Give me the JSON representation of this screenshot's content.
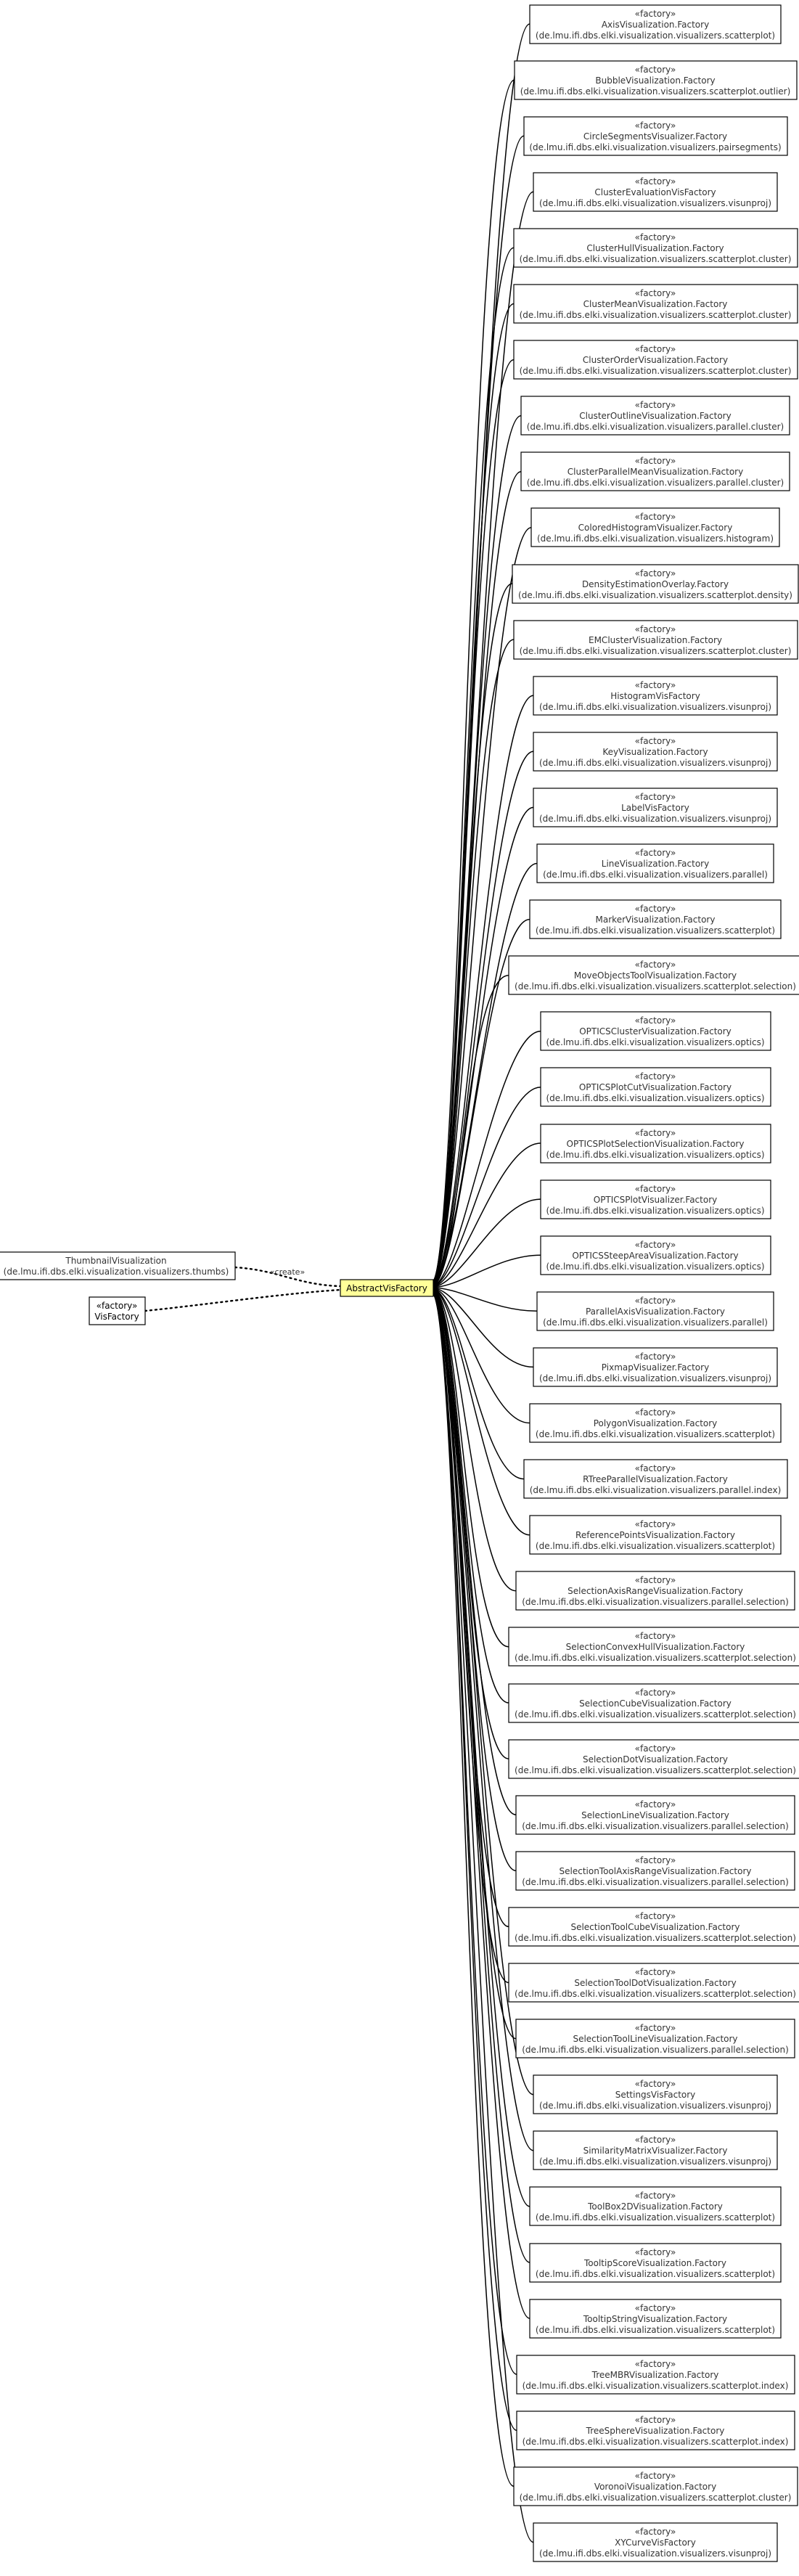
{
  "center": {
    "name": "AbstractVisFactory"
  },
  "left_nodes": [
    {
      "lines": [
        "ThumbnailVisualization",
        "(de.lmu.ifi.dbs.elki.visualization.visualizers.thumbs)"
      ]
    },
    {
      "lines": [
        "«factory»",
        "VisFactory"
      ]
    }
  ],
  "relation_label": "«create»",
  "subclasses": [
    {
      "lines": [
        "«factory»",
        "AxisVisualization.Factory",
        "(de.lmu.ifi.dbs.elki.visualization.visualizers.scatterplot)"
      ]
    },
    {
      "lines": [
        "«factory»",
        "BubbleVisualization.Factory",
        "(de.lmu.ifi.dbs.elki.visualization.visualizers.scatterplot.outlier)"
      ]
    },
    {
      "lines": [
        "«factory»",
        "CircleSegmentsVisualizer.Factory",
        "(de.lmu.ifi.dbs.elki.visualization.visualizers.pairsegments)"
      ]
    },
    {
      "lines": [
        "«factory»",
        "ClusterEvaluationVisFactory",
        "(de.lmu.ifi.dbs.elki.visualization.visualizers.visunproj)"
      ]
    },
    {
      "lines": [
        "«factory»",
        "ClusterHullVisualization.Factory",
        "(de.lmu.ifi.dbs.elki.visualization.visualizers.scatterplot.cluster)"
      ]
    },
    {
      "lines": [
        "«factory»",
        "ClusterMeanVisualization.Factory",
        "(de.lmu.ifi.dbs.elki.visualization.visualizers.scatterplot.cluster)"
      ]
    },
    {
      "lines": [
        "«factory»",
        "ClusterOrderVisualization.Factory",
        "(de.lmu.ifi.dbs.elki.visualization.visualizers.scatterplot.cluster)"
      ]
    },
    {
      "lines": [
        "«factory»",
        "ClusterOutlineVisualization.Factory",
        "(de.lmu.ifi.dbs.elki.visualization.visualizers.parallel.cluster)"
      ]
    },
    {
      "lines": [
        "«factory»",
        "ClusterParallelMeanVisualization.Factory",
        "(de.lmu.ifi.dbs.elki.visualization.visualizers.parallel.cluster)"
      ]
    },
    {
      "lines": [
        "«factory»",
        "ColoredHistogramVisualizer.Factory",
        "(de.lmu.ifi.dbs.elki.visualization.visualizers.histogram)"
      ]
    },
    {
      "lines": [
        "«factory»",
        "DensityEstimationOverlay.Factory",
        "(de.lmu.ifi.dbs.elki.visualization.visualizers.scatterplot.density)"
      ]
    },
    {
      "lines": [
        "«factory»",
        "EMClusterVisualization.Factory",
        "(de.lmu.ifi.dbs.elki.visualization.visualizers.scatterplot.cluster)"
      ]
    },
    {
      "lines": [
        "«factory»",
        "HistogramVisFactory",
        "(de.lmu.ifi.dbs.elki.visualization.visualizers.visunproj)"
      ]
    },
    {
      "lines": [
        "«factory»",
        "KeyVisualization.Factory",
        "(de.lmu.ifi.dbs.elki.visualization.visualizers.visunproj)"
      ]
    },
    {
      "lines": [
        "«factory»",
        "LabelVisFactory",
        "(de.lmu.ifi.dbs.elki.visualization.visualizers.visunproj)"
      ]
    },
    {
      "lines": [
        "«factory»",
        "LineVisualization.Factory",
        "(de.lmu.ifi.dbs.elki.visualization.visualizers.parallel)"
      ]
    },
    {
      "lines": [
        "«factory»",
        "MarkerVisualization.Factory",
        "(de.lmu.ifi.dbs.elki.visualization.visualizers.scatterplot)"
      ]
    },
    {
      "lines": [
        "«factory»",
        "MoveObjectsToolVisualization.Factory",
        "(de.lmu.ifi.dbs.elki.visualization.visualizers.scatterplot.selection)"
      ]
    },
    {
      "lines": [
        "«factory»",
        "OPTICSClusterVisualization.Factory",
        "(de.lmu.ifi.dbs.elki.visualization.visualizers.optics)"
      ]
    },
    {
      "lines": [
        "«factory»",
        "OPTICSPlotCutVisualization.Factory",
        "(de.lmu.ifi.dbs.elki.visualization.visualizers.optics)"
      ]
    },
    {
      "lines": [
        "«factory»",
        "OPTICSPlotSelectionVisualization.Factory",
        "(de.lmu.ifi.dbs.elki.visualization.visualizers.optics)"
      ]
    },
    {
      "lines": [
        "«factory»",
        "OPTICSPlotVisualizer.Factory",
        "(de.lmu.ifi.dbs.elki.visualization.visualizers.optics)"
      ]
    },
    {
      "lines": [
        "«factory»",
        "OPTICSSteepAreaVisualization.Factory",
        "(de.lmu.ifi.dbs.elki.visualization.visualizers.optics)"
      ]
    },
    {
      "lines": [
        "«factory»",
        "ParallelAxisVisualization.Factory",
        "(de.lmu.ifi.dbs.elki.visualization.visualizers.parallel)"
      ]
    },
    {
      "lines": [
        "«factory»",
        "PixmapVisualizer.Factory",
        "(de.lmu.ifi.dbs.elki.visualization.visualizers.visunproj)"
      ]
    },
    {
      "lines": [
        "«factory»",
        "PolygonVisualization.Factory",
        "(de.lmu.ifi.dbs.elki.visualization.visualizers.scatterplot)"
      ]
    },
    {
      "lines": [
        "«factory»",
        "RTreeParallelVisualization.Factory",
        "(de.lmu.ifi.dbs.elki.visualization.visualizers.parallel.index)"
      ]
    },
    {
      "lines": [
        "«factory»",
        "ReferencePointsVisualization.Factory",
        "(de.lmu.ifi.dbs.elki.visualization.visualizers.scatterplot)"
      ]
    },
    {
      "lines": [
        "«factory»",
        "SelectionAxisRangeVisualization.Factory",
        "(de.lmu.ifi.dbs.elki.visualization.visualizers.parallel.selection)"
      ]
    },
    {
      "lines": [
        "«factory»",
        "SelectionConvexHullVisualization.Factory",
        "(de.lmu.ifi.dbs.elki.visualization.visualizers.scatterplot.selection)"
      ]
    },
    {
      "lines": [
        "«factory»",
        "SelectionCubeVisualization.Factory",
        "(de.lmu.ifi.dbs.elki.visualization.visualizers.scatterplot.selection)"
      ]
    },
    {
      "lines": [
        "«factory»",
        "SelectionDotVisualization.Factory",
        "(de.lmu.ifi.dbs.elki.visualization.visualizers.scatterplot.selection)"
      ]
    },
    {
      "lines": [
        "«factory»",
        "SelectionLineVisualization.Factory",
        "(de.lmu.ifi.dbs.elki.visualization.visualizers.parallel.selection)"
      ]
    },
    {
      "lines": [
        "«factory»",
        "SelectionToolAxisRangeVisualization.Factory",
        "(de.lmu.ifi.dbs.elki.visualization.visualizers.parallel.selection)"
      ]
    },
    {
      "lines": [
        "«factory»",
        "SelectionToolCubeVisualization.Factory",
        "(de.lmu.ifi.dbs.elki.visualization.visualizers.scatterplot.selection)"
      ]
    },
    {
      "lines": [
        "«factory»",
        "SelectionToolDotVisualization.Factory",
        "(de.lmu.ifi.dbs.elki.visualization.visualizers.scatterplot.selection)"
      ]
    },
    {
      "lines": [
        "«factory»",
        "SelectionToolLineVisualization.Factory",
        "(de.lmu.ifi.dbs.elki.visualization.visualizers.parallel.selection)"
      ]
    },
    {
      "lines": [
        "«factory»",
        "SettingsVisFactory",
        "(de.lmu.ifi.dbs.elki.visualization.visualizers.visunproj)"
      ]
    },
    {
      "lines": [
        "«factory»",
        "SimilarityMatrixVisualizer.Factory",
        "(de.lmu.ifi.dbs.elki.visualization.visualizers.visunproj)"
      ]
    },
    {
      "lines": [
        "«factory»",
        "ToolBox2DVisualization.Factory",
        "(de.lmu.ifi.dbs.elki.visualization.visualizers.scatterplot)"
      ]
    },
    {
      "lines": [
        "«factory»",
        "TooltipScoreVisualization.Factory",
        "(de.lmu.ifi.dbs.elki.visualization.visualizers.scatterplot)"
      ]
    },
    {
      "lines": [
        "«factory»",
        "TooltipStringVisualization.Factory",
        "(de.lmu.ifi.dbs.elki.visualization.visualizers.scatterplot)"
      ]
    },
    {
      "lines": [
        "«factory»",
        "TreeMBRVisualization.Factory",
        "(de.lmu.ifi.dbs.elki.visualization.visualizers.scatterplot.index)"
      ]
    },
    {
      "lines": [
        "«factory»",
        "TreeSphereVisualization.Factory",
        "(de.lmu.ifi.dbs.elki.visualization.visualizers.scatterplot.index)"
      ]
    },
    {
      "lines": [
        "«factory»",
        "VoronoiVisualization.Factory",
        "(de.lmu.ifi.dbs.elki.visualization.visualizers.scatterplot.cluster)"
      ]
    },
    {
      "lines": [
        "«factory»",
        "XYCurveVisFactory",
        "(de.lmu.ifi.dbs.elki.visualization.visualizers.visunproj)"
      ]
    }
  ]
}
